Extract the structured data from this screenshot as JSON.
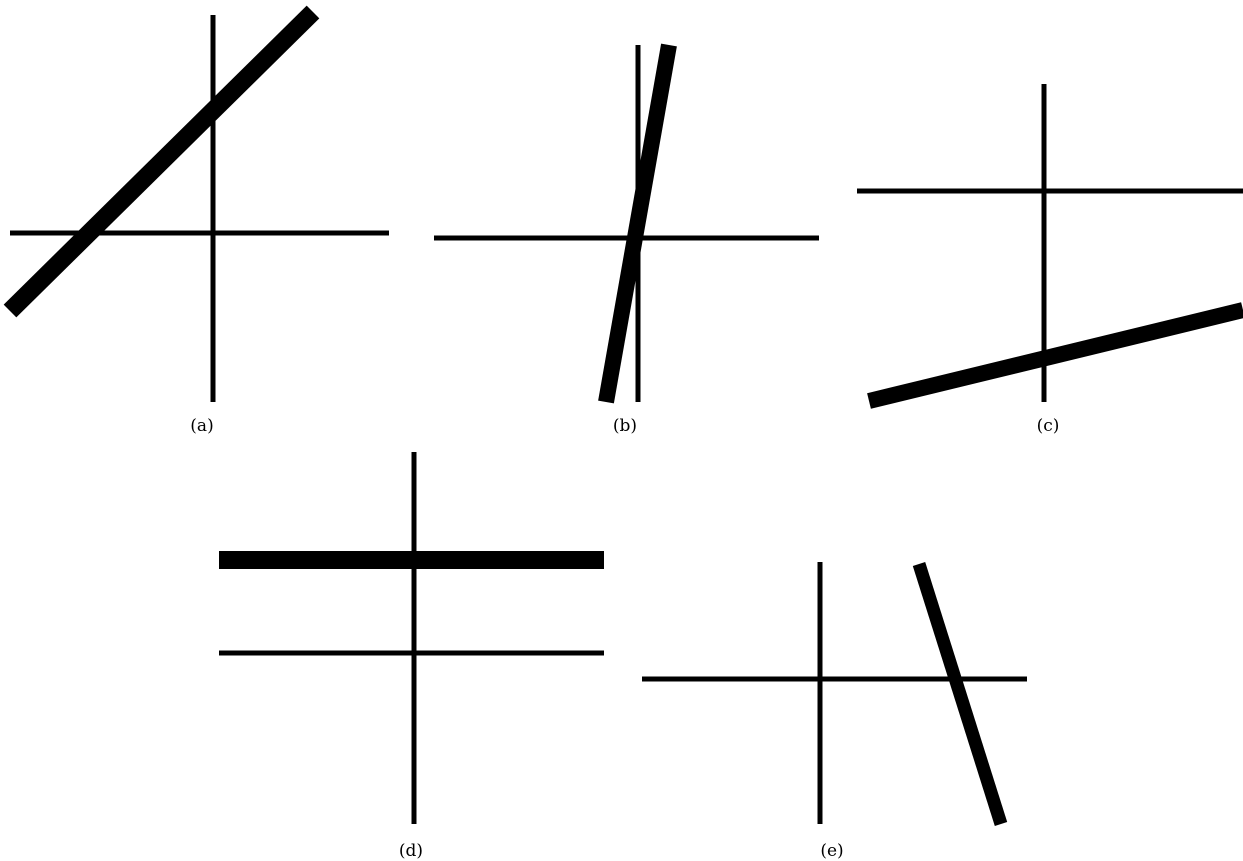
{
  "figure": {
    "ink_color": "#000000",
    "background_color": "#ffffff",
    "panels": [
      {
        "id": "a",
        "label": "(a)",
        "content": "line with positive slope crossing both axes"
      },
      {
        "id": "b",
        "label": "(b)",
        "content": "steep line with positive slope crossing near the origin"
      },
      {
        "id": "c",
        "label": "(c)",
        "content": "shallow line with positive slope below the horizontal axis"
      },
      {
        "id": "d",
        "label": "(d)",
        "content": "horizontal line parallel to the horizontal axis"
      },
      {
        "id": "e",
        "label": "(e)",
        "content": "line with negative slope crossing the horizontal axis"
      }
    ]
  }
}
